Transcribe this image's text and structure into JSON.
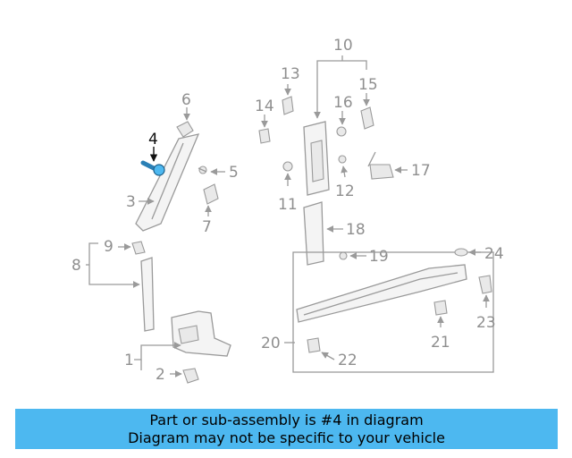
{
  "callouts": {
    "c1": "1",
    "c2": "2",
    "c3": "3",
    "c4": "4",
    "c5": "5",
    "c6": "6",
    "c7": "7",
    "c8": "8",
    "c9": "9",
    "c10": "10",
    "c11": "11",
    "c12": "12",
    "c13": "13",
    "c14": "14",
    "c15": "15",
    "c16": "16",
    "c17": "17",
    "c18": "18",
    "c19": "19",
    "c20": "20",
    "c21": "21",
    "c22": "22",
    "c23": "23",
    "c24": "24"
  },
  "highlight_color": "#4db8f0",
  "banner": {
    "line1": "Part or sub-assembly is #4 in diagram",
    "line2": "Diagram may not be specific to your vehicle"
  }
}
